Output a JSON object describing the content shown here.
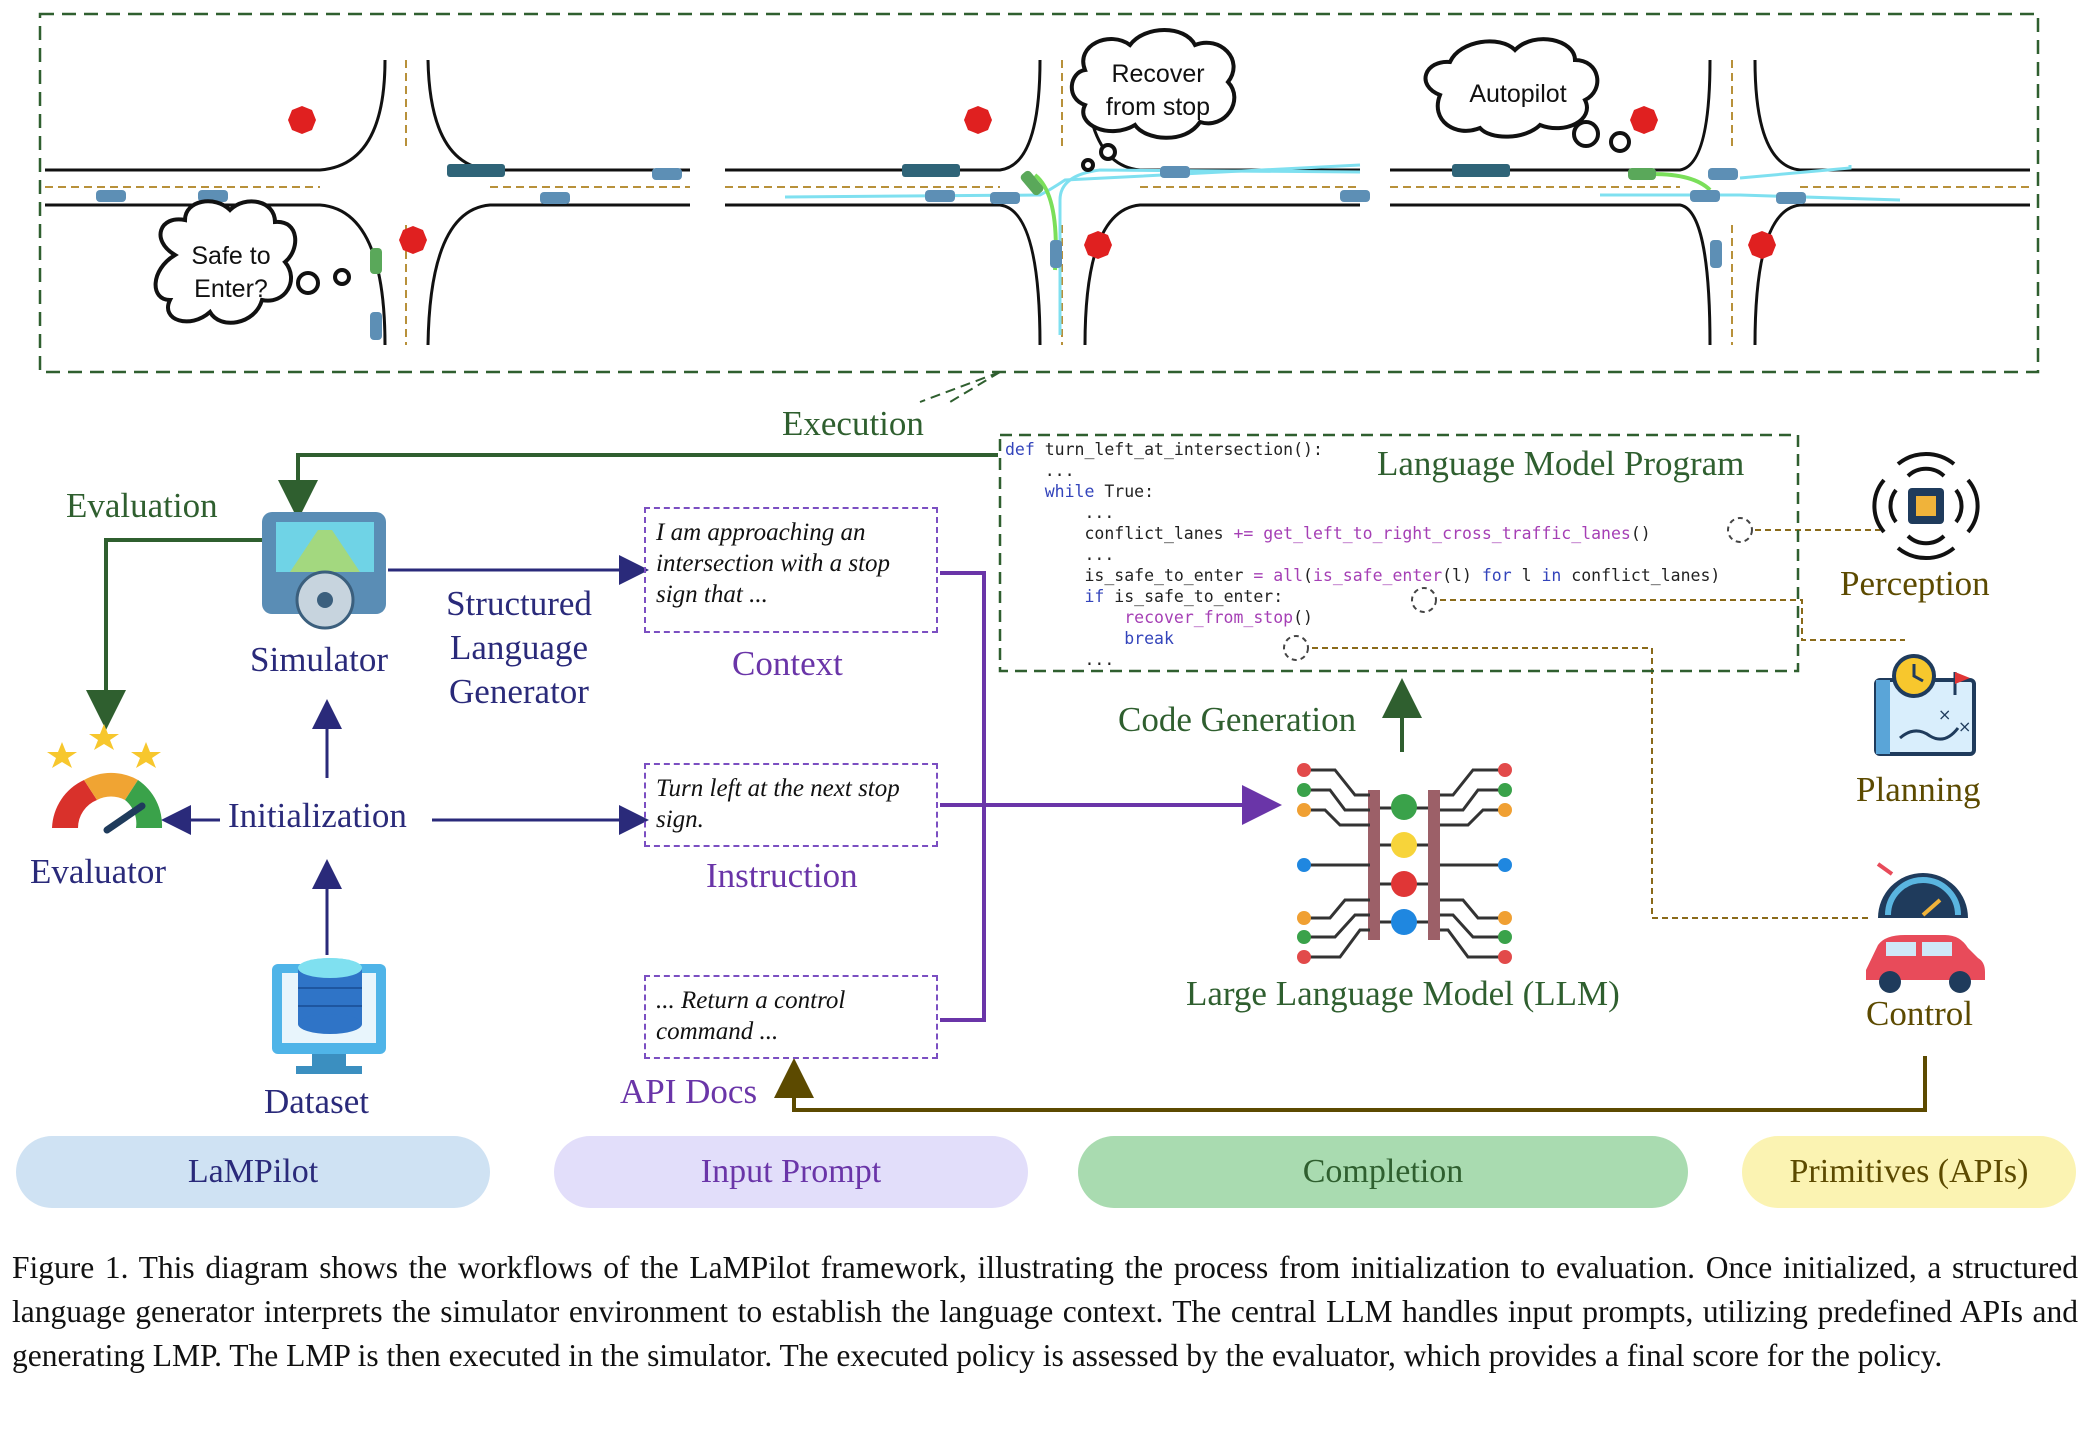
{
  "scenes": {
    "thought_1": "Safe to Enter?",
    "thought_2": "Recover from stop",
    "thought_3": "Autopilot",
    "stop_sign": "STOP"
  },
  "labels": {
    "execution": "Execution",
    "evaluation": "Evaluation",
    "simulator": "Simulator",
    "structured_language_generator": "Structured Language Generator",
    "evaluator": "Evaluator",
    "initialization": "Initialization",
    "dataset": "Dataset",
    "context": "Context",
    "instruction": "Instruction",
    "api_docs": "API Docs",
    "code_generation": "Code Generation",
    "llm": "Large Language Model (LLM)",
    "language_model_program": "Language Model Program",
    "perception": "Perception",
    "planning": "Planning",
    "control": "Control"
  },
  "prompts": {
    "context": "I am approaching an intersection with a stop sign that ...",
    "instruction": "Turn left at the next stop sign.",
    "api_docs": "... Return a control command ..."
  },
  "code": {
    "line1_kw": "def",
    "line1": " turn_left_at_intersection():",
    "line2": "    ...",
    "line3_kw": "while",
    "line3": " True:",
    "line4": "        ...",
    "line5a": "        conflict_lanes ",
    "line5op": "+=",
    "line5fn": " get_left_to_right_cross_traffic_lanes",
    "line5b": "()",
    "line6": "        ...",
    "line7a": "        is_safe_to_enter ",
    "line7op": "=",
    "line7fn": " all",
    "line7b": "(",
    "line7fn2": "is_safe_enter",
    "line7c": "(l) ",
    "line7kw": "for",
    "line7d": " l ",
    "line7kw2": "in",
    "line7e": " conflict_lanes)",
    "line8_kw": "if",
    "line8": " is_safe_to_enter:",
    "line9fn": "recover_from_stop",
    "line9": "()",
    "line10_kw": "break",
    "line11": "        ..."
  },
  "pills": {
    "lampilot": "LaMPilot",
    "input_prompt": "Input Prompt",
    "completion": "Completion",
    "primitives": "Primitives (APIs)"
  },
  "caption": "Figure 1. This diagram shows the workflows of the LaMPilot framework, illustrating the process from initialization to evaluation. Once initialized, a structured language generator interprets the simulator environment to establish the language context. The central LLM handles input prompts, utilizing predefined APIs and generating LMP. The LMP is then executed in the simulator. The executed policy is assessed by the evaluator, which provides a final score for the policy.",
  "colors": {
    "green_dark": "#2f5f2f",
    "navy": "#2a2a7a",
    "purple": "#6a35a8",
    "olive": "#5c4a00",
    "pill_blue": "#cfe2f3",
    "pill_purple": "#e2defa",
    "pill_green": "#a9dbb0",
    "pill_yellow": "#fbf3b2"
  }
}
